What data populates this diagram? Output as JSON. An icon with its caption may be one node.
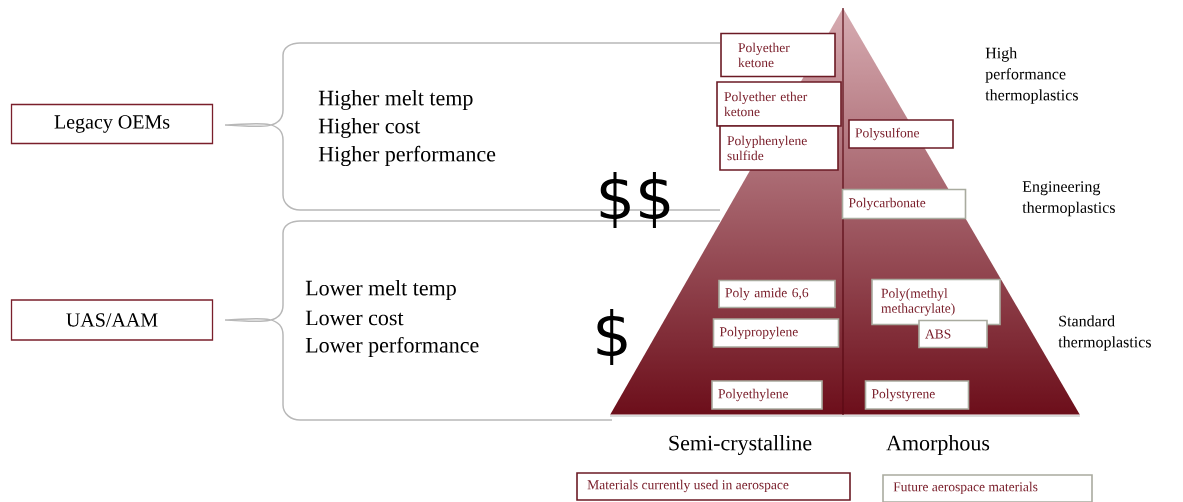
{
  "diagram": {
    "nodes": [
      {
        "text": [
          "Legacy OEMs"
        ]
      },
      {
        "text": [
          "UAS/AAM"
        ]
      },
      {
        "text": [
          "Polyether ketone"
        ]
      },
      {
        "text": [
          "Polyether ether ketone"
        ]
      },
      {
        "text": [
          "Polysulfone"
        ]
      },
      {
        "text": [
          "Polyphenylene sulfide"
        ]
      },
      {
        "text": [
          "Polycarbonate"
        ]
      },
      {
        "text": [
          "Poly amide 6,6"
        ]
      },
      {
        "text": [
          "Poly(methyl methacrylate)"
        ]
      },
      {
        "text": [
          "Polypropylene"
        ]
      },
      {
        "text": [
          "ABS"
        ]
      },
      {
        "text": [
          "Polyethylene"
        ]
      },
      {
        "text": [
          "Polystyrene"
        ]
      }
    ],
    "labels": [
      "High performance thermoplastics",
      "Higher melt temp",
      "Higher cost",
      "Higher performance",
      "$$",
      "Engineering thermoplastics",
      "Lower melt temp",
      "Lower cost",
      "Lower performance",
      "$",
      "Standard thermoplastics",
      "Semi-crystalline",
      "Amorphous"
    ],
    "legend": [
      {
        "text": "Materials currently used in aerospace"
      },
      {
        "text": "Future aerospace materials"
      }
    ]
  }
}
